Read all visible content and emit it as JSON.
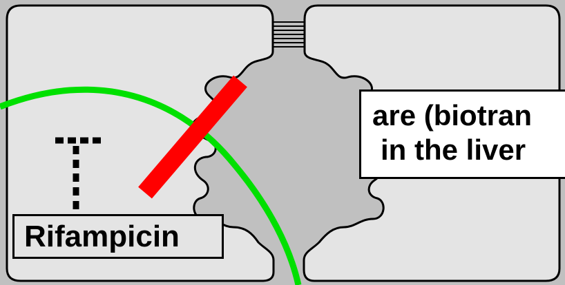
{
  "labels": {
    "rifampicin": "Rifampicin",
    "transport_line1": "are (biotran",
    "transport_line2": "in the liver"
  },
  "colors": {
    "background": "#c0c0c0",
    "cell_fill": "#e4e4e4",
    "outline": "#000000",
    "green_arc": "#00e000",
    "red_bar": "#ff0000"
  }
}
